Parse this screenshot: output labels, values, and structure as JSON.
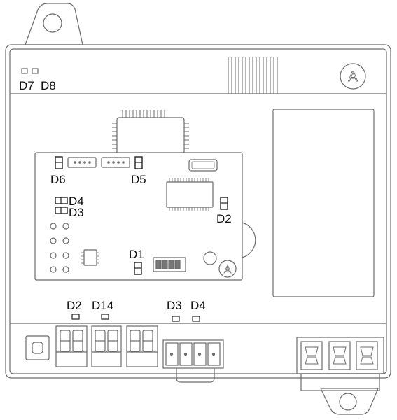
{
  "labels": {
    "d7": "D7",
    "d8": "D8",
    "d6": "D6",
    "d5": "D5",
    "d4_left": "D4",
    "d3_left": "D3",
    "d2_right": "D2",
    "d1": "D1",
    "d2_bottom": "D2",
    "d14": "D14",
    "d3_bottom": "D3",
    "d4_bottom": "D4"
  },
  "logo": {
    "letter": "A"
  }
}
